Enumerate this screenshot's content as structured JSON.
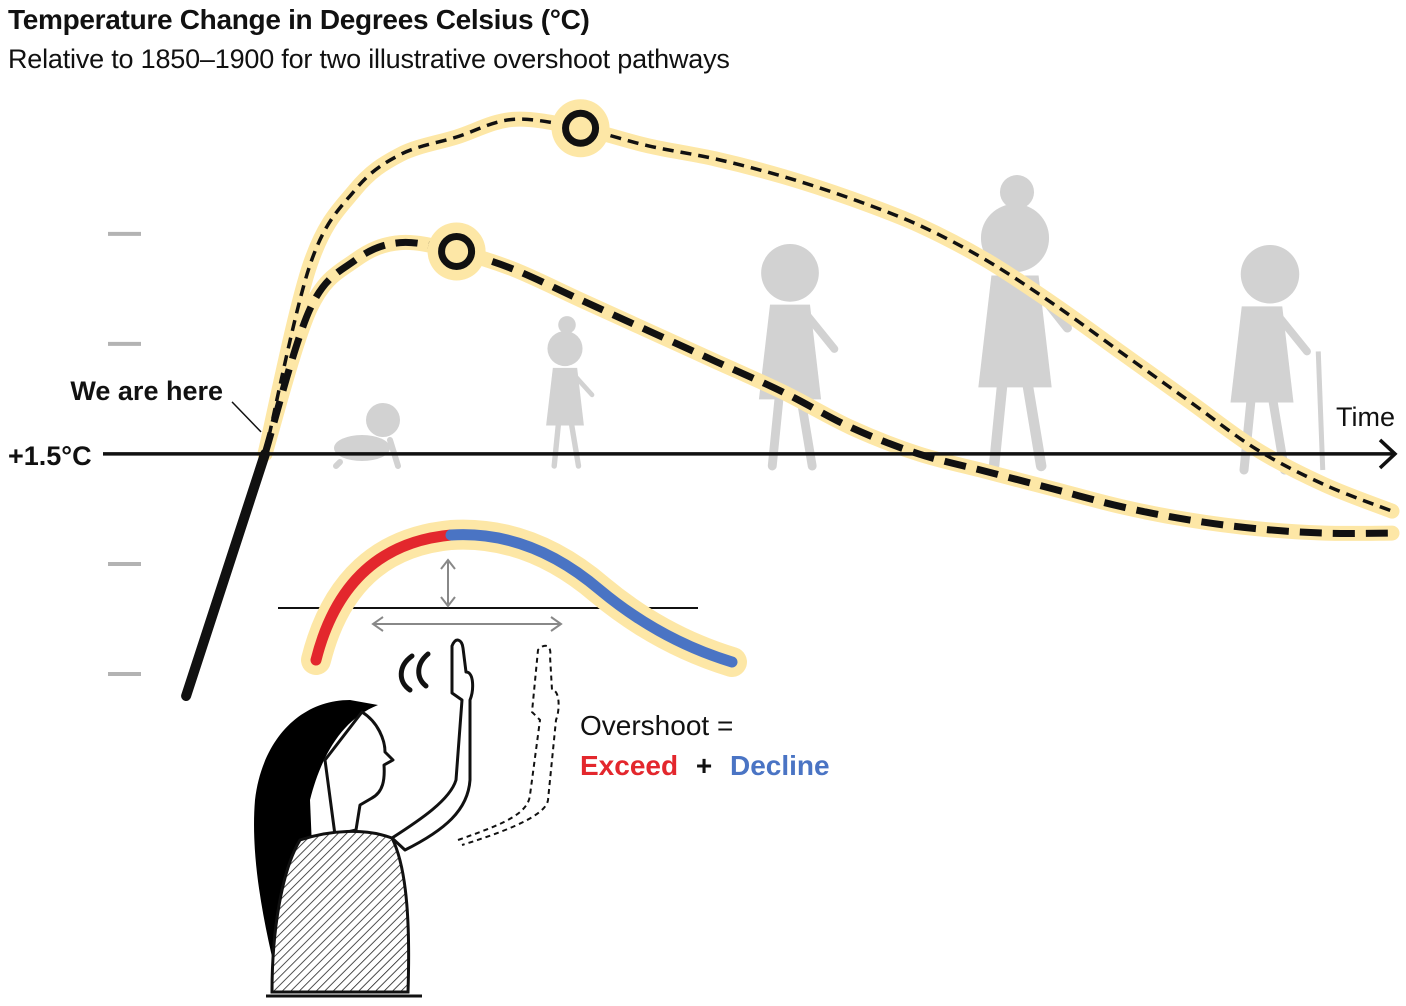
{
  "header": {
    "title": "Temperature Change in Degrees Celsius (°C)",
    "subtitle": "Relative to 1850–1900 for two illustrative overshoot pathways"
  },
  "chart_data": {
    "type": "line",
    "xlabel": "Time",
    "ylabel": "",
    "reference_line": {
      "label": "+1.5°C",
      "value": 1.5
    },
    "yticks": [
      1.0,
      1.25,
      1.75,
      2.0
    ],
    "xlim": [
      0,
      100
    ],
    "ylim": [
      0.85,
      2.27
    ],
    "x": [
      0,
      4,
      8,
      12,
      17,
      22,
      28,
      34,
      40,
      46,
      52,
      58,
      64,
      70,
      76,
      82,
      88,
      94,
      100
    ],
    "history": {
      "x": [
        -7,
        0
      ],
      "values": [
        0.95,
        1.5
      ]
    },
    "annotations": [
      {
        "label": "We are here",
        "x": 0,
        "y": 1.5
      }
    ],
    "series": [
      {
        "values": [
          1.5,
          1.93,
          2.1,
          2.18,
          2.22,
          2.26,
          2.24,
          2.2,
          2.17,
          2.13,
          2.08,
          2.02,
          1.94,
          1.84,
          1.73,
          1.62,
          1.51,
          1.43,
          1.37
        ],
        "peak": {
          "x": 28,
          "y": 2.24
        }
      },
      {
        "values": [
          1.5,
          1.83,
          1.94,
          1.98,
          1.96,
          1.92,
          1.85,
          1.78,
          1.71,
          1.64,
          1.56,
          1.5,
          1.46,
          1.42,
          1.38,
          1.35,
          1.33,
          1.32,
          1.32
        ],
        "peak": {
          "x": 17,
          "y": 1.96
        }
      }
    ],
    "inset": {
      "label_prefix": "Overshoot =",
      "exceed": {
        "label": "Exceed",
        "color": "#e3272d"
      },
      "plus": "+",
      "decline": {
        "label": "Decline",
        "color": "#4a74c4"
      }
    },
    "colors": {
      "halo": "#fde7a6",
      "line": "#111111",
      "tick": "#b3b3b3",
      "figures": "#d2d2d2"
    }
  }
}
